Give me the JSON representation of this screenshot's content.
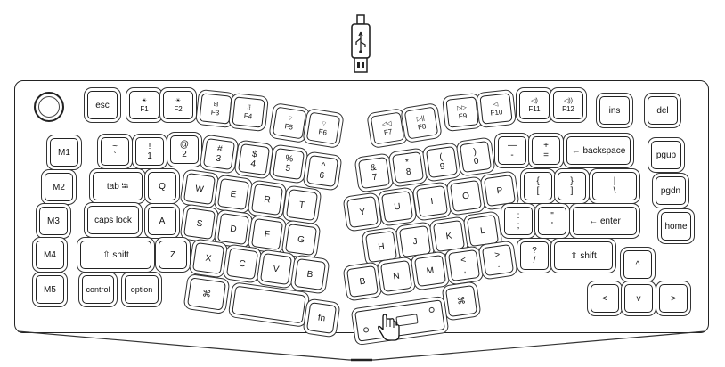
{
  "title": "",
  "keys": {
    "esc": "esc",
    "f1_icon": "☀",
    "f1": "F1",
    "f2_icon": "☀",
    "f2": "F2",
    "f3_icon": "⊞",
    "f3": "F3",
    "f4_icon": "⠿",
    "f4": "F4",
    "f5_icon": "⌔",
    "f5": "F5",
    "f6_icon": "⌔",
    "f6": "F6",
    "f7_icon": "◁◁",
    "f7": "F7",
    "f8_icon": "▷||",
    "f8": "F8",
    "f9_icon": "▷▷",
    "f9": "F9",
    "f10_icon": "◁",
    "f10": "F10",
    "f11_icon": "◁)",
    "f11": "F11",
    "f12_icon": "◁))",
    "f12": "F12",
    "ins": "ins",
    "del": "del",
    "m1": "M1",
    "m2": "M2",
    "m3": "M3",
    "m4": "M4",
    "m5": "M5",
    "grave_t": "~",
    "grave_b": "`",
    "n1_t": "!",
    "n1_b": "1",
    "n2_t": "@",
    "n2_b": "2",
    "n3_t": "#",
    "n3_b": "3",
    "n4_t": "$",
    "n4_b": "4",
    "n5_t": "%",
    "n5_b": "5",
    "n6_t": "^",
    "n6_b": "6",
    "n7_t": "&",
    "n7_b": "7",
    "n8_t": "*",
    "n8_b": "8",
    "n9_t": "(",
    "n9_b": "9",
    "n0_t": ")",
    "n0_b": "0",
    "minus_t": "—",
    "minus_b": "-",
    "plus_t": "+",
    "plus_b": "=",
    "backspace": "← backspace",
    "pgup": "pgup",
    "pgdn": "pgdn",
    "home": "home",
    "tab": "tab ⭾",
    "q": "Q",
    "w": "W",
    "e": "E",
    "r": "R",
    "t": "T",
    "y": "Y",
    "u": "U",
    "i": "I",
    "o": "O",
    "p": "P",
    "lbr_t": "{",
    "lbr_b": "[",
    "rbr_t": "}",
    "rbr_b": "]",
    "bsl_t": "|",
    "bsl_b": "\\",
    "caps": "caps lock",
    "a": "A",
    "s": "S",
    "d": "D",
    "f": "F",
    "g": "G",
    "h": "H",
    "j": "J",
    "k": "K",
    "l": "L",
    "semi_t": ":",
    "semi_b": ";",
    "quote_t": "\"",
    "quote_b": "'",
    "enter": "← enter",
    "lshift": "⇧ shift",
    "z": "Z",
    "x": "X",
    "c": "C",
    "v": "V",
    "b1": "B",
    "b2": "B",
    "n": "N",
    "m": "M",
    "comma_t": "<",
    "comma_b": ",",
    "period_t": ">",
    "period_b": ".",
    "slash_t": "?",
    "slash_b": "/",
    "rshift": "⇧ shift",
    "up": "^",
    "control": "control",
    "option": "option",
    "lcmd": "⌘",
    "space": "",
    "fn": "fn",
    "rcmd": "⌘",
    "left": "<",
    "down": "v",
    "right": ">"
  },
  "colors": {
    "outline": "#222222",
    "background": "#ffffff"
  },
  "icons": {
    "usb": "usb-connector-icon",
    "knob": "rotary-knob-icon",
    "hand": "pointing-hand-icon"
  }
}
